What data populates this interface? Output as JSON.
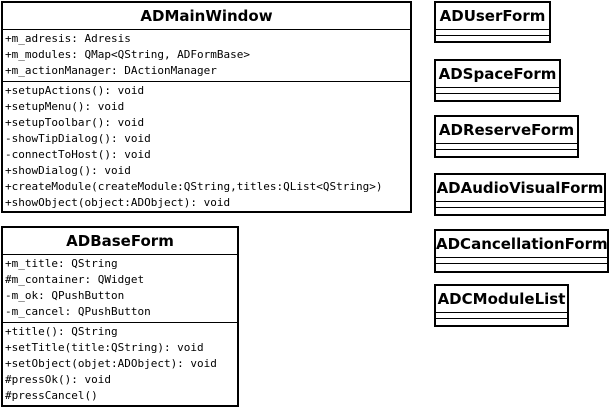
{
  "classes": {
    "main_window": {
      "name": "ADMainWindow",
      "attributes": [
        "+m_adresis: Adresis",
        "+m_modules: QMap<QString, ADFormBase>",
        "+m_actionManager: DActionManager"
      ],
      "methods": [
        "+setupActions(): void",
        "+setupMenu(): void",
        "+setupToolbar(): void",
        "-showTipDialog(): void",
        "-connectToHost(): void",
        "+showDialog(): void",
        "+createModule(createModule:QString,titles:QList<QString>)",
        "+showObject(object:ADObject): void"
      ]
    },
    "base_form": {
      "name": "ADBaseForm",
      "attributes": [
        "+m_title: QString",
        "#m_container: QWidget",
        "-m_ok: QPushButton",
        "-m_cancel: QPushButton"
      ],
      "methods": [
        "+title(): QString",
        "+setTitle(title:QString): void",
        "+setObject(objet:ADObject): void",
        "#pressOk(): void",
        "#pressCancel()"
      ]
    },
    "user_form": {
      "name": "ADUserForm"
    },
    "space_form": {
      "name": "ADSpaceForm"
    },
    "reserve_form": {
      "name": "ADReserveForm"
    },
    "audio_visual_form": {
      "name": "ADAudioVisualForm"
    },
    "cancellation_form": {
      "name": "ADCancellationForm"
    },
    "module_list": {
      "name": "ADCModuleList"
    }
  }
}
